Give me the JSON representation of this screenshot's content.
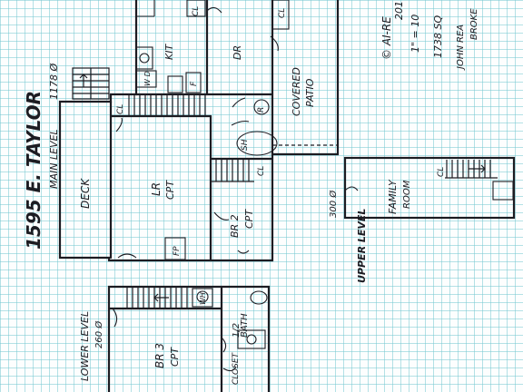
{
  "title": "1595 E. TAYLOR",
  "main_level": {
    "label": "MAIN LEVEL",
    "sqft": "1178 Ø"
  },
  "upper_level": {
    "label": "UPPER LEVEL",
    "sqft": "300 Ø"
  },
  "lower_level": {
    "label": "LOWER LEVEL",
    "sqft": "260 Ø"
  },
  "rooms": {
    "deck": "DECK",
    "lr": "LR",
    "lr_floor": "CPT",
    "br2": "BR 2",
    "br2_floor": "CPT",
    "kit": "KIT",
    "dr": "DR",
    "patio_line1": "COVERED",
    "patio_line2": "PATIO",
    "family_line1": "FAMILY",
    "family_line2": "ROOM",
    "br3": "BR 3",
    "br3_floor": "CPT",
    "bath_line1": "1/2",
    "bath_line2": "BATH",
    "closet": "CLOSET"
  },
  "marks": {
    "cl": "CL",
    "fp": "FP",
    "wh": "WH",
    "wd": "W D",
    "f": "F",
    "sh": "SH",
    "r": "R"
  },
  "credits": {
    "copyright": "© AI-RE",
    "year": "201",
    "scale": "1\" = 10",
    "total": "1738 SQ",
    "agent": "JOHN REA",
    "broker": "BROKE"
  }
}
